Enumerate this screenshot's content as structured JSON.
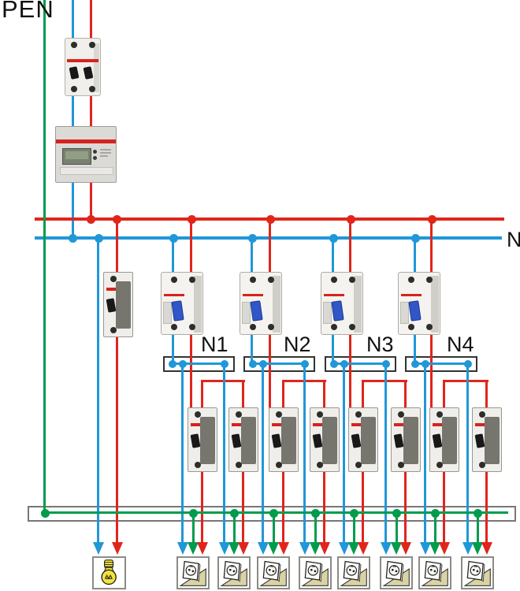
{
  "diagram": {
    "type": "electrical-single-line-wiring-diagram",
    "labels": {
      "pen": "PEN",
      "neutral_bus": "N",
      "neutral_groups": [
        "N1",
        "N2",
        "N3",
        "N4"
      ]
    },
    "colors": {
      "line_red": "#e0251c",
      "line_blue": "#2097d8",
      "line_green": "#009c4c",
      "toggle_blue": "#3056c8",
      "device_stripe_red": "#d6231e",
      "lamp_yellow": "#f2e33c",
      "socket_beige": "#d9d3a4"
    },
    "devices": {
      "incomer": "2-pole-mcb",
      "meter": "energy-meter",
      "lighting_breaker": "1-pole-mcb",
      "rcd": "residual-current-device",
      "rcd_count": 4,
      "branch_breaker": "1-pole-mcb",
      "branch_breaker_count": 8,
      "pe_bar": "protective-earth-bar",
      "neutral_terminal_block_count": 4
    },
    "loads": [
      {
        "type": "lamp"
      },
      {
        "type": "socket-outlet"
      },
      {
        "type": "socket-outlet"
      },
      {
        "type": "socket-outlet"
      },
      {
        "type": "socket-outlet"
      },
      {
        "type": "socket-outlet"
      },
      {
        "type": "socket-outlet"
      },
      {
        "type": "socket-outlet"
      },
      {
        "type": "socket-outlet"
      }
    ]
  }
}
